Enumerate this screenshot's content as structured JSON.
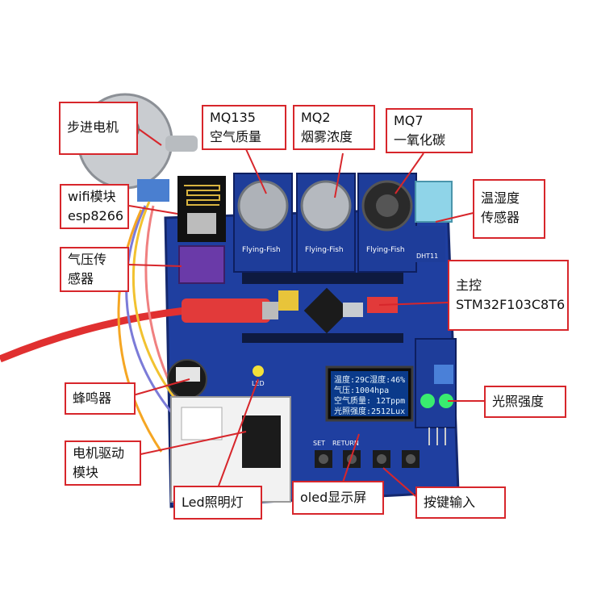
{
  "labels": {
    "stepper": [
      "步进电机"
    ],
    "wifi": [
      "wifi模块",
      "esp8266"
    ],
    "pressure": [
      "气压传",
      "感器"
    ],
    "mq135": [
      "MQ135",
      "空气质量"
    ],
    "mq2": [
      "MQ2",
      "烟雾浓度"
    ],
    "mq7": [
      "MQ7",
      "一氧化碳"
    ],
    "temp_humidity": [
      "温湿度",
      "传感器"
    ],
    "mcu": [
      "主控",
      "STM32F103C8T6"
    ],
    "buzzer": [
      "蜂鸣器"
    ],
    "light": [
      "光照强度"
    ],
    "motor_driver": [
      "电机驱动",
      "模块"
    ],
    "led": [
      "Led照明灯"
    ],
    "oled": [
      "oled显示屏"
    ],
    "keys": [
      "按键输入"
    ]
  },
  "oled_screen": {
    "line1": "温度:29C湿度:46%",
    "line2": "气压:1004hpa",
    "line3": "空气质量: 12Tppm",
    "line4": "光照强度:2512Lux"
  },
  "board_text": {
    "buttons": [
      "SET",
      "RETURN"
    ],
    "sensor_brand": "Flying-Fish",
    "dht_label": "DHT11",
    "led_label": "LED"
  },
  "colors": {
    "board": "#1f3fa0",
    "label_border": "#d7262b",
    "cable_red": "#e03030"
  }
}
